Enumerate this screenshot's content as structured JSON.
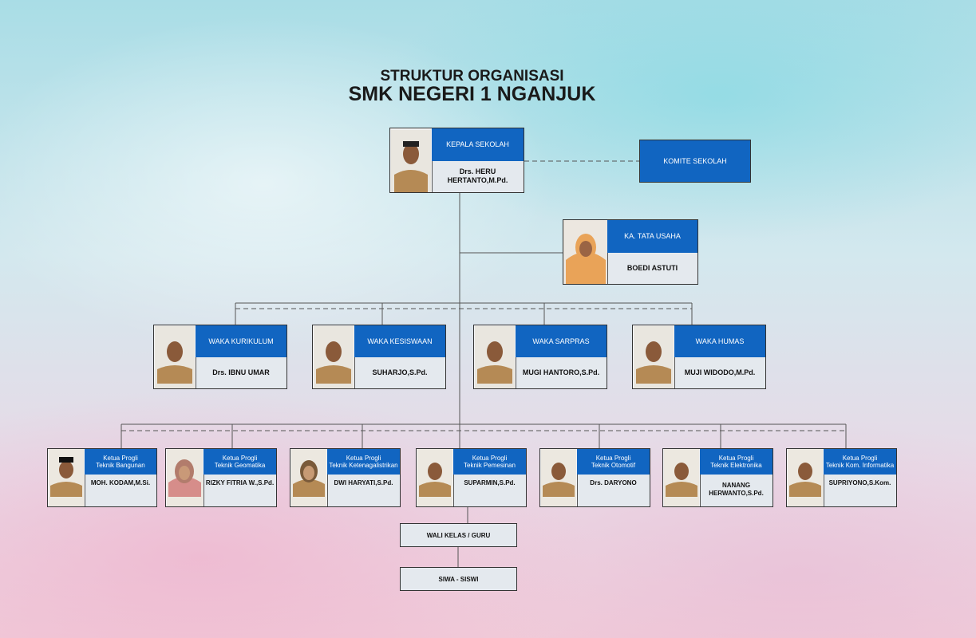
{
  "title": {
    "line1": "STRUKTUR ORGANISASI",
    "line2": "SMK NEGERI 1 NGANJUK"
  },
  "colors": {
    "box_blue": "#1165c1",
    "box_gray": "#e4e9ee"
  },
  "kepala": {
    "role": "KEPALA SEKOLAH",
    "name": "Drs. HERU HERTANTO,M.Pd."
  },
  "komite": {
    "label": "KOMITE SEKOLAH"
  },
  "tata_usaha": {
    "role": "KA. TATA USAHA",
    "name": "BOEDI ASTUTI"
  },
  "waka": [
    {
      "role": "WAKA KURIKULUM",
      "name": "Drs. IBNU UMAR"
    },
    {
      "role": "WAKA KESISWAAN",
      "name": "SUHARJO,S.Pd."
    },
    {
      "role": "WAKA SARPRAS",
      "name": "MUGI HANTORO,S.Pd."
    },
    {
      "role": "WAKA HUMAS",
      "name": "MUJI WIDODO,M.Pd."
    }
  ],
  "progli": [
    {
      "role_line1": "Ketua Progli",
      "role_line2": "Teknik Bangunan",
      "name": "MOH. KODAM,M.Si."
    },
    {
      "role_line1": "Ketua Progli",
      "role_line2": "Teknik Geomatika",
      "name": "RIZKY FITRIA W.,S.Pd."
    },
    {
      "role_line1": "Ketua Progli",
      "role_line2": "Teknik Ketenagalistrikan",
      "name": "DWI HARYATI,S.Pd."
    },
    {
      "role_line1": "Ketua Progli",
      "role_line2": "Teknik Pemesinan",
      "name": "SUPARMIN,S.Pd."
    },
    {
      "role_line1": "Ketua Progli",
      "role_line2": "Teknik Otomotif",
      "name": "Drs. DARYONO"
    },
    {
      "role_line1": "Ketua Progli",
      "role_line2": "Teknik Elektronika",
      "name": "NANANG HERWANTO,S.Pd."
    },
    {
      "role_line1": "Ketua Progli",
      "role_line2": "Teknik Kom. Informatika",
      "name": "SUPRIYONO,S.Kom."
    }
  ],
  "wali_kelas": {
    "label": "WALI KELAS  / GURU"
  },
  "siswa": {
    "label": "SIWA - SISWI"
  }
}
